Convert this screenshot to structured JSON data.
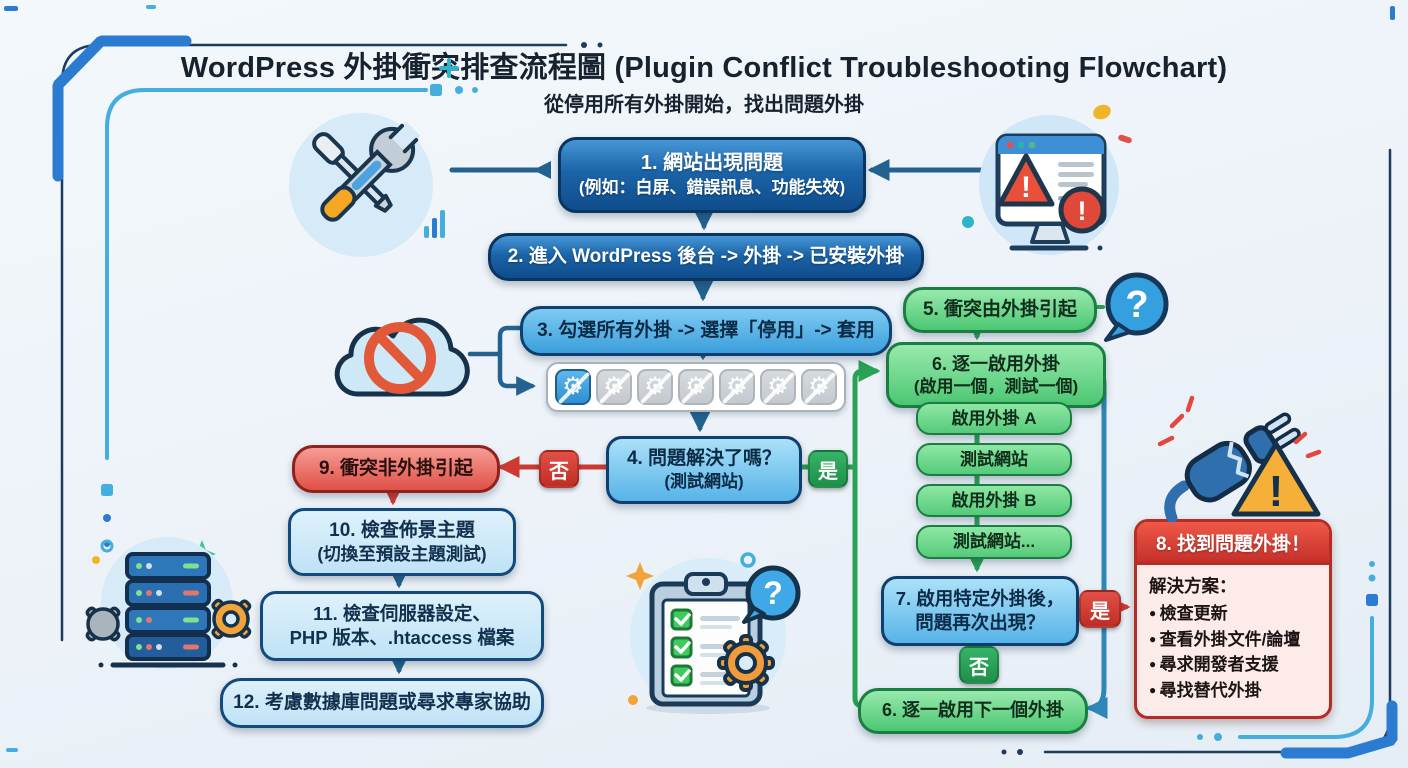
{
  "title": "WordPress 外掛衝突排查流程圖 (Plugin Conflict Troubleshooting Flowchart)",
  "subtitle": "從停用所有外掛開始，找出問題外掛",
  "labels": {
    "yes": "是",
    "no": "否"
  },
  "icons": {
    "gear_glyph": "⚙",
    "question_glyph": "?",
    "alert_glyph": "!"
  },
  "colors": {
    "navy_box": "#16558f",
    "blue_box": "#58b4e8",
    "green_box": "#4cc773",
    "red_box": "#e05048",
    "yes_green": "#1e8f49",
    "no_red": "#c02d25",
    "connector_navy": "#23628f",
    "background": "#eef3f8"
  },
  "nodes": {
    "n1": {
      "line1": "1. 網站出現問題",
      "line2": "(例如：白屏、錯誤訊息、功能失效)"
    },
    "n2": {
      "line1": "2. 進入 WordPress 後台 -> 外掛 -> 已安裝外掛"
    },
    "n3": {
      "line1": "3. 勾選所有外掛 -> 選擇「停用」-> 套用"
    },
    "n4": {
      "line1": "4. 問題解決了嗎？",
      "line2": "(測試網站)"
    },
    "n5": {
      "line1": "5. 衝突由外掛引起"
    },
    "n6": {
      "line1": "6. 逐一啟用外掛",
      "line2": "(啟用一個，測試一個)"
    },
    "step_a": "啟用外掛 A",
    "step_test1": "測試網站",
    "step_b": "啟用外掛 B",
    "step_test2": "測試網站...",
    "n7": {
      "line1": "7. 啟用特定外掛後，",
      "line2": "問題再次出現？"
    },
    "n6b": {
      "line1": "6. 逐一啟用下一個外掛"
    },
    "n8": {
      "header": "8. 找到問題外掛！",
      "body_title": "解決方案：",
      "bullets": [
        "檢查更新",
        "查看外掛文件/論壇",
        "尋求開發者支援",
        "尋找替代外掛"
      ]
    },
    "n9": {
      "line1": "9. 衝突非外掛引起"
    },
    "n10": {
      "line1": "10. 檢查佈景主題",
      "line2": "(切換至預設主題測試)"
    },
    "n11": {
      "line1": "11. 檢查伺服器設定、",
      "line2": "PHP 版本、.htaccess 檔案"
    },
    "n12": {
      "line1": "12. 考慮數據庫問題或尋求專家協助"
    }
  }
}
